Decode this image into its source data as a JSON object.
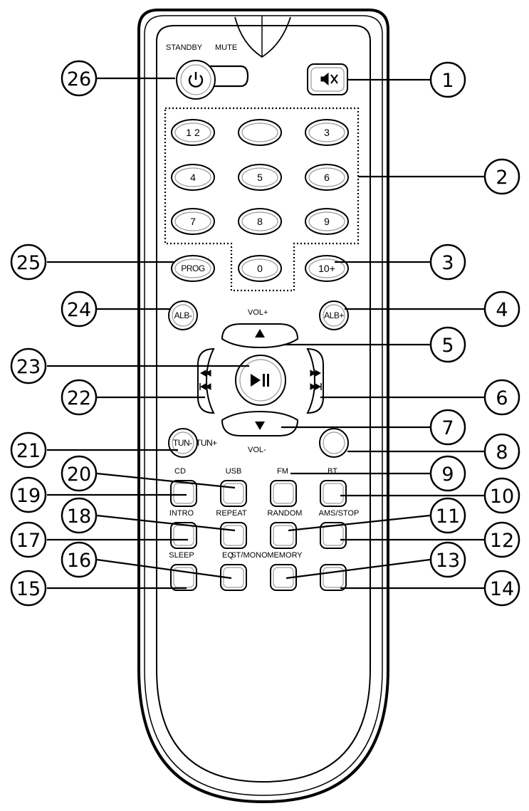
{
  "remote": {
    "top_labels": {
      "standby": "STANDBY",
      "mute": "MUTE"
    },
    "number_keys": [
      "1 2",
      "",
      "3",
      "4",
      "5",
      "6",
      "7",
      "8",
      "9",
      "0",
      "10+"
    ],
    "prog": "PROG",
    "alb_minus": "ALB-",
    "alb_plus": "ALB+",
    "vol_plus": "VOL+",
    "vol_minus": "VOL-",
    "tun_minus": "TUN-",
    "tun_plus": "TUN+",
    "func_labels": [
      "CD",
      "USB",
      "FM",
      "BT",
      "INTRO",
      "REPEAT",
      "RANDOM",
      "AMS/STOP",
      "SLEEP",
      "EQ",
      "ST/MONO",
      "MEMORY"
    ]
  },
  "callouts": [
    "1",
    "2",
    "3",
    "4",
    "5",
    "6",
    "7",
    "8",
    "9",
    "10",
    "11",
    "12",
    "13",
    "14",
    "15",
    "16",
    "17",
    "18",
    "19",
    "20",
    "21",
    "22",
    "23",
    "24",
    "25",
    "26"
  ]
}
